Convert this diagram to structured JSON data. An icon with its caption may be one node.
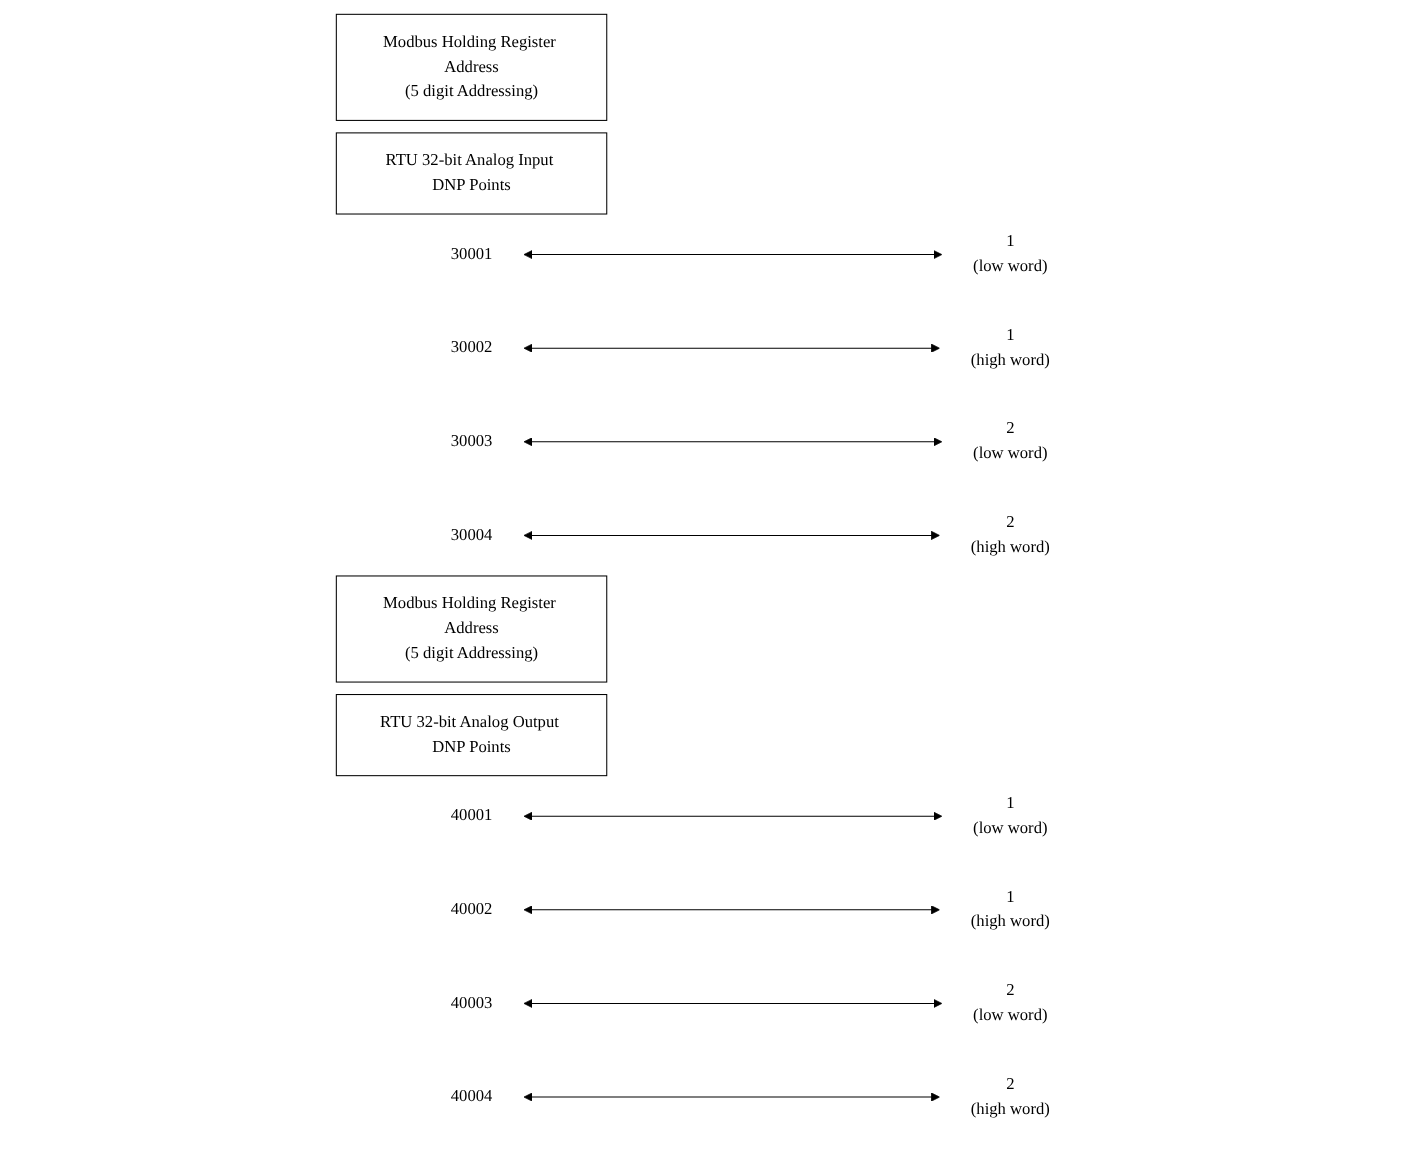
{
  "diagram": {
    "nodes": [
      {
        "text": [
          "Modbus Holding Register Address",
          "(5 digit Addressing)"
        ]
      },
      {
        "text": [
          "RTU 32-bit Analog Input DNP Points"
        ]
      },
      {
        "text": [
          "30001"
        ]
      },
      {
        "text": [
          "1",
          "(low word)"
        ]
      },
      {
        "text": [
          "30002"
        ]
      },
      {
        "text": [
          "1",
          "(high word)"
        ]
      },
      {
        "text": [
          "30003"
        ]
      },
      {
        "text": [
          "2",
          "(low word)"
        ]
      },
      {
        "text": [
          "30004"
        ]
      },
      {
        "text": [
          "2",
          "(high word)"
        ]
      },
      {
        "text": [
          "Modbus Holding Register Address",
          "(5 digit Addressing)"
        ]
      },
      {
        "text": [
          "RTU 32-bit Analog Output DNP Points"
        ]
      },
      {
        "text": [
          "40001"
        ]
      },
      {
        "text": [
          "1",
          "(low word)"
        ]
      },
      {
        "text": [
          "40002"
        ]
      },
      {
        "text": [
          "1",
          "(high word)"
        ]
      },
      {
        "text": [
          "40003"
        ]
      },
      {
        "text": [
          "2",
          "(low word)"
        ]
      },
      {
        "text": [
          "40004"
        ]
      },
      {
        "text": [
          "2",
          "(high word)"
        ]
      }
    ],
    "edges": [
      {
        "from": 2,
        "to": 3,
        "arrow": "both"
      },
      {
        "from": 4,
        "to": 5,
        "arrow": "both"
      },
      {
        "from": 6,
        "to": 7,
        "arrow": "both"
      },
      {
        "from": 8,
        "to": 9,
        "arrow": "both"
      },
      {
        "from": 12,
        "to": 13,
        "arrow": "both"
      },
      {
        "from": 14,
        "to": 15,
        "arrow": "both"
      },
      {
        "from": 16,
        "to": 17,
        "arrow": "both"
      },
      {
        "from": 18,
        "to": 19,
        "arrow": "both"
      }
    ]
  }
}
